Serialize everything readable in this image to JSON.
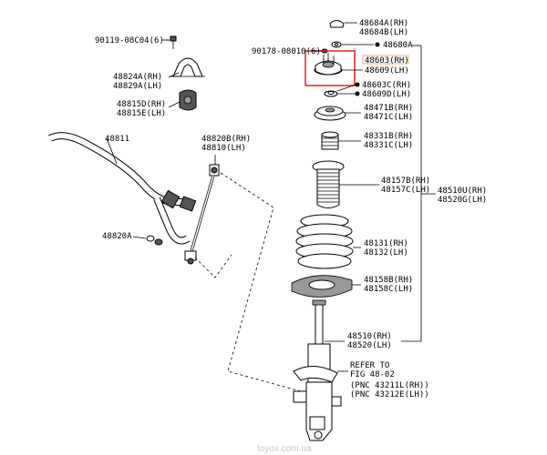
{
  "labels": {
    "p48684": [
      "48684A(RH)",
      "48684B(LH)"
    ],
    "p48680": "48680A",
    "p90178": "90178-08010(6)",
    "p48603": [
      "48603(RH)",
      "48609(LH)"
    ],
    "p48603c": [
      "48603C(RH)",
      "48609D(LH)"
    ],
    "p48471": [
      "48471B(RH)",
      "48471C(LH)"
    ],
    "p48331": [
      "48331B(RH)",
      "48331C(LH)"
    ],
    "p48157": [
      "48157B(RH)",
      "48157C(LH)"
    ],
    "p48131": [
      "48131(RH)",
      "48132(LH)"
    ],
    "p48158": [
      "48158B(RH)",
      "48158C(LH)"
    ],
    "p48510": [
      "48510(RH)",
      "48520(LH)"
    ],
    "p48510u": [
      "48510U(RH)",
      "48520G(LH)"
    ],
    "p90119": "90119-08C04(6)",
    "p48824": [
      "48824A(RH)",
      "48829A(LH)"
    ],
    "p48815": [
      "48815D(RH)",
      "48815E(LH)"
    ],
    "p48811": "48811",
    "p48820b": [
      "48820B(RH)",
      "48810(LH)"
    ],
    "p48820a": "48820A",
    "refer": [
      "REFER TO",
      "FIG 48-02",
      "(PNC 43211L(RH))",
      "(PNC 43212E(LH))"
    ]
  },
  "highlight": {
    "color": "#e8201c"
  },
  "watermark": "toyox.com.ua"
}
